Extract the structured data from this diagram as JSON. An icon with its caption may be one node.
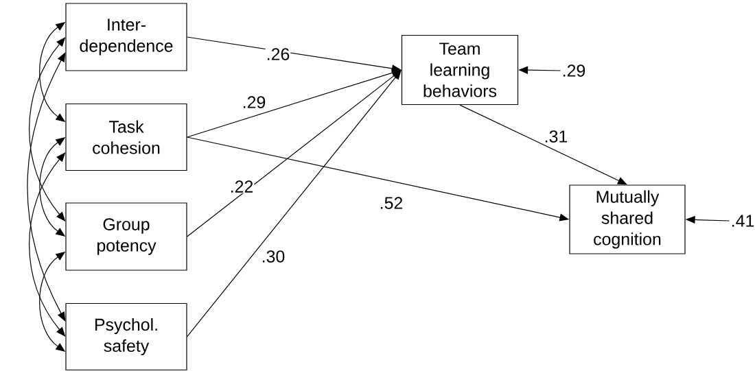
{
  "diagram": {
    "nodes": [
      {
        "text": [
          "Inter- dependence"
        ]
      },
      {
        "text": [
          "Task cohesion"
        ]
      },
      {
        "text": [
          "Group potency"
        ]
      },
      {
        "text": [
          "Psychol. safety"
        ]
      },
      {
        "text": [
          "Team learning behaviors"
        ]
      },
      {
        "text": [
          "Mutually shared cognition"
        ]
      },
      {
        "text": [
          ".29"
        ]
      },
      {
        "text": [
          ".41"
        ]
      }
    ],
    "edges": [
      {
        "from": 0,
        "to": 4,
        "arrow": "to",
        "label": ".26"
      },
      {
        "from": 1,
        "to": 4,
        "arrow": "to",
        "label": ".29"
      },
      {
        "from": 2,
        "to": 4,
        "arrow": "to",
        "label": ".22"
      },
      {
        "from": 3,
        "to": 4,
        "arrow": "to",
        "label": ".30"
      },
      {
        "from": 1,
        "to": 5,
        "arrow": "to",
        "label": ".52"
      },
      {
        "from": 4,
        "to": 5,
        "arrow": "to",
        "label": ".31"
      },
      {
        "from": 6,
        "to": 4,
        "arrow": "to"
      },
      {
        "from": 7,
        "to": 5,
        "arrow": "to"
      },
      {
        "from": 0,
        "to": 1,
        "arrow": "both"
      },
      {
        "from": 0,
        "to": 2,
        "arrow": "both"
      },
      {
        "from": 0,
        "to": 3,
        "arrow": "both"
      },
      {
        "from": 1,
        "to": 2,
        "arrow": "both"
      },
      {
        "from": 1,
        "to": 3,
        "arrow": "both"
      },
      {
        "from": 2,
        "to": 3,
        "arrow": "both"
      }
    ]
  }
}
